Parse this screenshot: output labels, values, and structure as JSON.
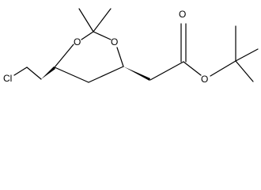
{
  "structure": {
    "atom_labels": {
      "chlorine": "Cl",
      "ring_oxygen_left": "O",
      "ring_oxygen_right": "O",
      "carbonyl_oxygen": "O",
      "ester_oxygen": "O"
    }
  }
}
